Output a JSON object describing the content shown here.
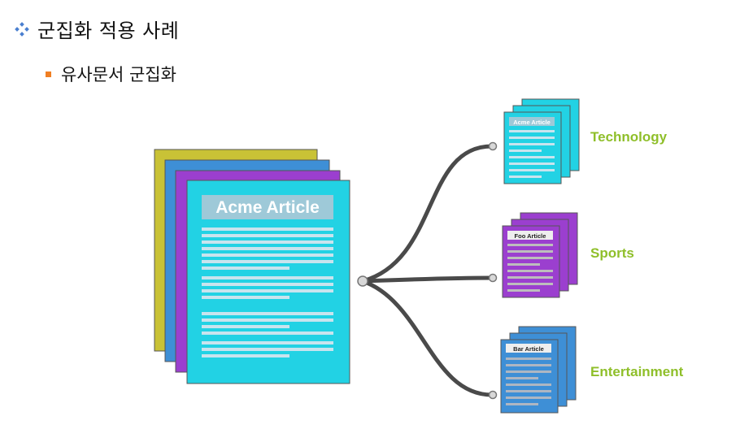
{
  "page": {
    "title": "군집화 적용 사례",
    "subtitle": "유사문서 군집화"
  },
  "diagram": {
    "source_doc_title": "Acme Article",
    "clusters": [
      {
        "category": "Technology",
        "doc_title": "Acme Article",
        "color": "#22d2e4"
      },
      {
        "category": "Sports",
        "doc_title": "Foo Article",
        "color": "#9b3fcf"
      },
      {
        "category": "Entertainment",
        "doc_title": "Bar Article",
        "color": "#3e8fd6"
      }
    ],
    "stack_colors": [
      "#c9c236",
      "#3e8fd6",
      "#9b3fcf",
      "#22d2e4"
    ],
    "label_color": "#8fbf2a",
    "connector_color": "#4a4a4a"
  }
}
